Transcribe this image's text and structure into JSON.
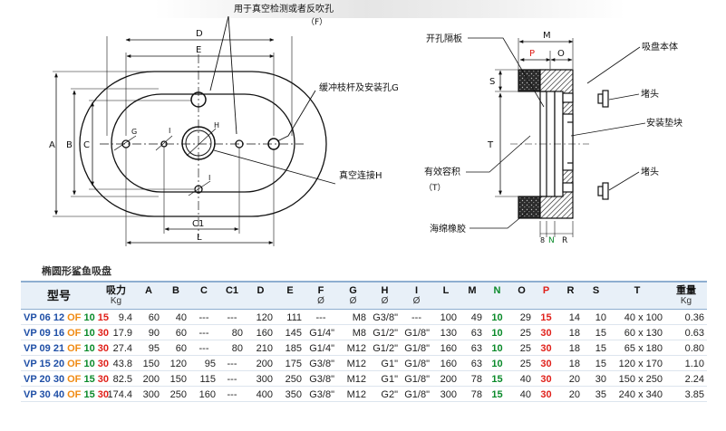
{
  "drawing": {
    "callouts": {
      "vacuum_port": "用于真空检测或者反吹孔",
      "vacuum_port_code": "（F）",
      "buffer_rod": "缓冲枝杆及安装孔G",
      "vacuum_connect": "真空连接H",
      "partition": "开孔隔板",
      "cup_body": "吸盘本体",
      "plug_top": "堵头",
      "mount_pad": "安装垫块",
      "plug_bottom": "堵头",
      "effective_volume": "有效容积",
      "effective_volume_code": "（T）",
      "sponge_rubber": "海绵橡胶"
    },
    "dims_front": {
      "D": "D",
      "E": "E",
      "A": "A",
      "B": "B",
      "C": "C",
      "C1": "C1",
      "L": "L",
      "G": "G",
      "I_top": "I",
      "H": "H",
      "I_bottom": "I"
    },
    "dims_side": {
      "M": "M",
      "P": "P",
      "O": "O",
      "S": "S",
      "T": "T",
      "num8": "8",
      "N": "N",
      "R": "R"
    }
  },
  "section_title": "椭圆形鲨鱼吸盘",
  "table": {
    "headers": [
      {
        "label": "型号",
        "sub": ""
      },
      {
        "label": "吸力",
        "sub": "Kg"
      },
      {
        "label": "A",
        "sub": ""
      },
      {
        "label": "B",
        "sub": ""
      },
      {
        "label": "C",
        "sub": ""
      },
      {
        "label": "C1",
        "sub": ""
      },
      {
        "label": "D",
        "sub": ""
      },
      {
        "label": "E",
        "sub": ""
      },
      {
        "label": "F",
        "sub": "Ø"
      },
      {
        "label": "G",
        "sub": "Ø"
      },
      {
        "label": "H",
        "sub": "Ø"
      },
      {
        "label": "I",
        "sub": "Ø"
      },
      {
        "label": "L",
        "sub": ""
      },
      {
        "label": "M",
        "sub": ""
      },
      {
        "label": "N",
        "sub": ""
      },
      {
        "label": "O",
        "sub": ""
      },
      {
        "label": "P",
        "sub": ""
      },
      {
        "label": "R",
        "sub": ""
      },
      {
        "label": "S",
        "sub": ""
      },
      {
        "label": "T",
        "sub": ""
      },
      {
        "label": "重量",
        "sub": "Kg"
      }
    ],
    "header_colors": {
      "N": "#0a8a2a",
      "P": "#e0201a"
    },
    "rows": [
      {
        "model": [
          "VP 06 12 ",
          "OF ",
          "10 ",
          "15"
        ],
        "cells": [
          "9.4",
          "60",
          "40",
          "---",
          "---",
          "120",
          "111",
          "---",
          "M8",
          "G3/8\"",
          "---",
          "100",
          "49",
          "10",
          "29",
          "15",
          "14",
          "10",
          "40 x 100",
          "0.36"
        ]
      },
      {
        "model": [
          "VP 09 16 ",
          "OF ",
          "10 ",
          "30"
        ],
        "cells": [
          "17.9",
          "90",
          "60",
          "---",
          "80",
          "160",
          "145",
          "G1/4\"",
          "M8",
          "G1/2\"",
          "G1/8\"",
          "130",
          "63",
          "10",
          "25",
          "30",
          "18",
          "15",
          "60 x 130",
          "0.63"
        ]
      },
      {
        "model": [
          "VP 09 21 ",
          "OF ",
          "10 ",
          "30"
        ],
        "cells": [
          "27.4",
          "95",
          "60",
          "---",
          "80",
          "210",
          "185",
          "G1/4\"",
          "M12",
          "G1/2\"",
          "G1/8\"",
          "160",
          "63",
          "10",
          "25",
          "30",
          "18",
          "15",
          "65 x 180",
          "0.80"
        ]
      },
      {
        "model": [
          "VP 15 20 ",
          "OF ",
          "10 ",
          "30"
        ],
        "cells": [
          "43.8",
          "150",
          "120",
          "95",
          "---",
          "200",
          "175",
          "G3/8\"",
          "M12",
          "G1\"",
          "G1/8\"",
          "160",
          "63",
          "10",
          "25",
          "30",
          "18",
          "15",
          "120 x 170",
          "1.10"
        ]
      },
      {
        "model": [
          "VP 20 30 ",
          "OF ",
          "15 ",
          "30"
        ],
        "cells": [
          "82.5",
          "200",
          "150",
          "115",
          "---",
          "300",
          "250",
          "G3/8\"",
          "M12",
          "G1\"",
          "G1/8\"",
          "200",
          "78",
          "15",
          "40",
          "30",
          "20",
          "30",
          "150 x 250",
          "2.24"
        ]
      },
      {
        "model": [
          "VP 30 40 ",
          "OF ",
          "15 ",
          "30"
        ],
        "cells": [
          "174.4",
          "300",
          "250",
          "160",
          "---",
          "400",
          "350",
          "G3/8\"",
          "M12",
          "G2\"",
          "G1/8\"",
          "300",
          "78",
          "15",
          "40",
          "30",
          "20",
          "35",
          "240 x 340",
          "3.85"
        ]
      }
    ]
  }
}
